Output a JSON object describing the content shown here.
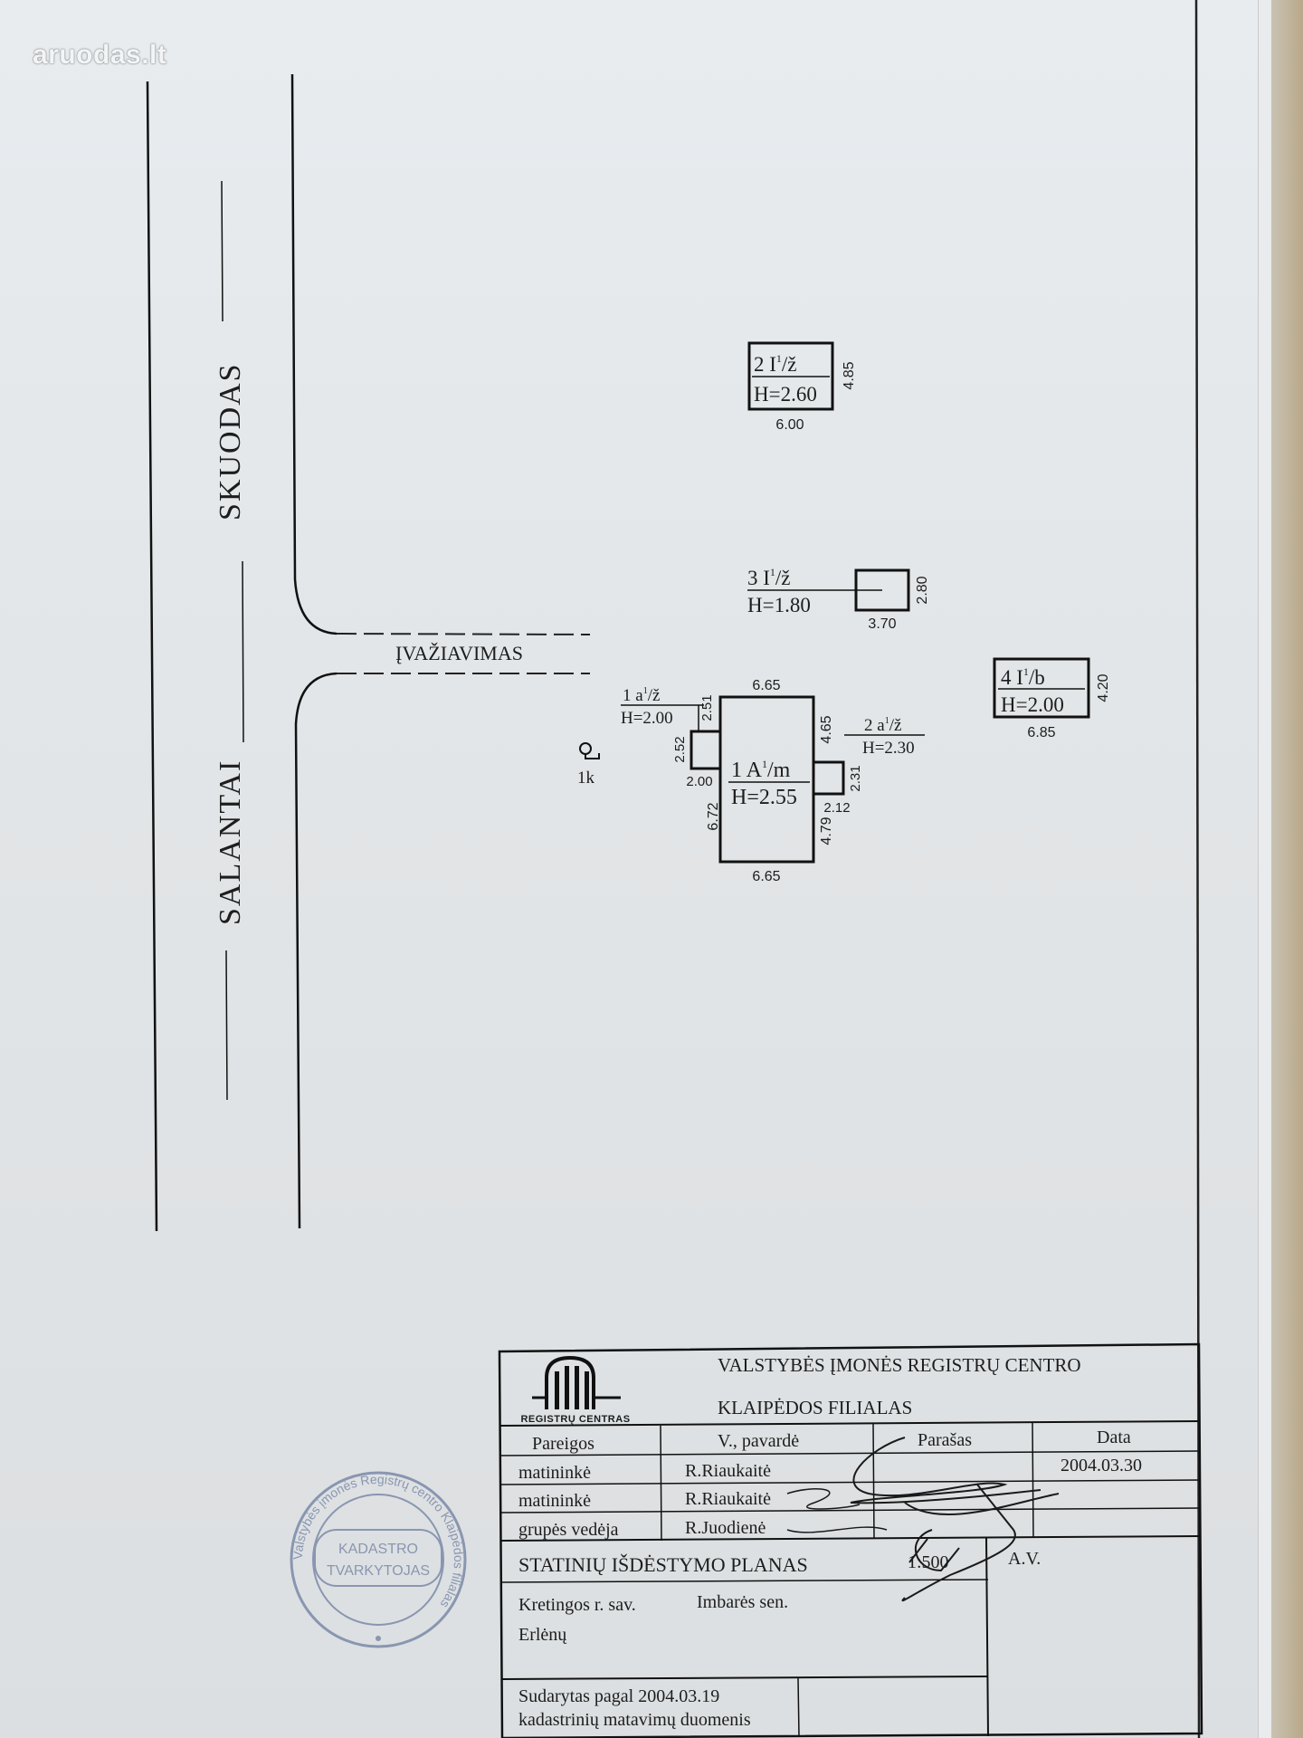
{
  "watermark": "aruodas.lt",
  "streets": {
    "name_upper": "SKUODAS",
    "name_lower": "SALANTAI",
    "driveway": "ĮVAŽIAVIMAS"
  },
  "well": {
    "label": "1k"
  },
  "buildings": [
    {
      "id": "b2",
      "line1": "2 I",
      "sup": "1",
      "line1_end": "/ž",
      "height": "H=2.60",
      "width": "6.00",
      "depth": "4.85"
    },
    {
      "id": "b3",
      "line1": "3 I",
      "sup": "1",
      "line1_end": "/ž",
      "height": "H=1.80",
      "width": "3.70",
      "depth": "2.80"
    },
    {
      "id": "b4",
      "line1": "4 I",
      "sup": "1",
      "line1_end": "/b",
      "height": "H=2.00",
      "width": "6.85",
      "depth": "4.20"
    },
    {
      "id": "b1",
      "line1": "1 A",
      "sup": "1",
      "line1_end": "/m",
      "height": "H=2.55",
      "width_top": "6.65",
      "width_bottom": "6.65",
      "depth_left": "6.72",
      "depth_right_top": "4.65",
      "depth_right_bottom": "4.79"
    }
  ],
  "annexes": [
    {
      "id": "a1",
      "line1": "1 a",
      "sup": "1",
      "line1_end": "/ž",
      "height": "H=2.00",
      "dim_top": "2.51",
      "dim_side": "2.52",
      "dim_width": "2.00"
    },
    {
      "id": "a2",
      "line1": "2 a",
      "sup": "1",
      "line1_end": "/ž",
      "height": "H=2.30",
      "dim_side": "2.31",
      "dim_width": "2.12"
    }
  ],
  "title_block": {
    "logo_text": "REGISTRŲ CENTRAS",
    "org_line1": "VALSTYBĖS ĮMONĖS REGISTRŲ CENTRO",
    "org_line2": "KLAIPĖDOS FILIALAS",
    "headers": [
      "Pareigos",
      "V., pavardė",
      "Parašas",
      "Data"
    ],
    "rows": [
      {
        "role": "matininkė",
        "name": "R.Riaukaitė",
        "date": "2004.03.30"
      },
      {
        "role": "matininkė",
        "name": "R.Riaukaitė",
        "date": ""
      },
      {
        "role": "grupės vedėja",
        "name": "R.Juodienė",
        "date": ""
      }
    ],
    "plan_title": "STATINIŲ IŠDĖSTYMO PLANAS",
    "scale": "1:500",
    "av": "A.V.",
    "location_municipality": "Kretingos r. sav.",
    "location_eldership": "Imbarės sen.",
    "location_village": "Erlėnų",
    "basis_line1": "Sudarytas pagal  2004.03.19",
    "basis_line2": "kadastrinių matavimų duomenis"
  },
  "stamp": {
    "ring_text": "Valstybės įmonės Registrų centro Klaipėdos filialas",
    "center_line1": "KADASTRO",
    "center_line2": "TVARKYTOJAS"
  }
}
